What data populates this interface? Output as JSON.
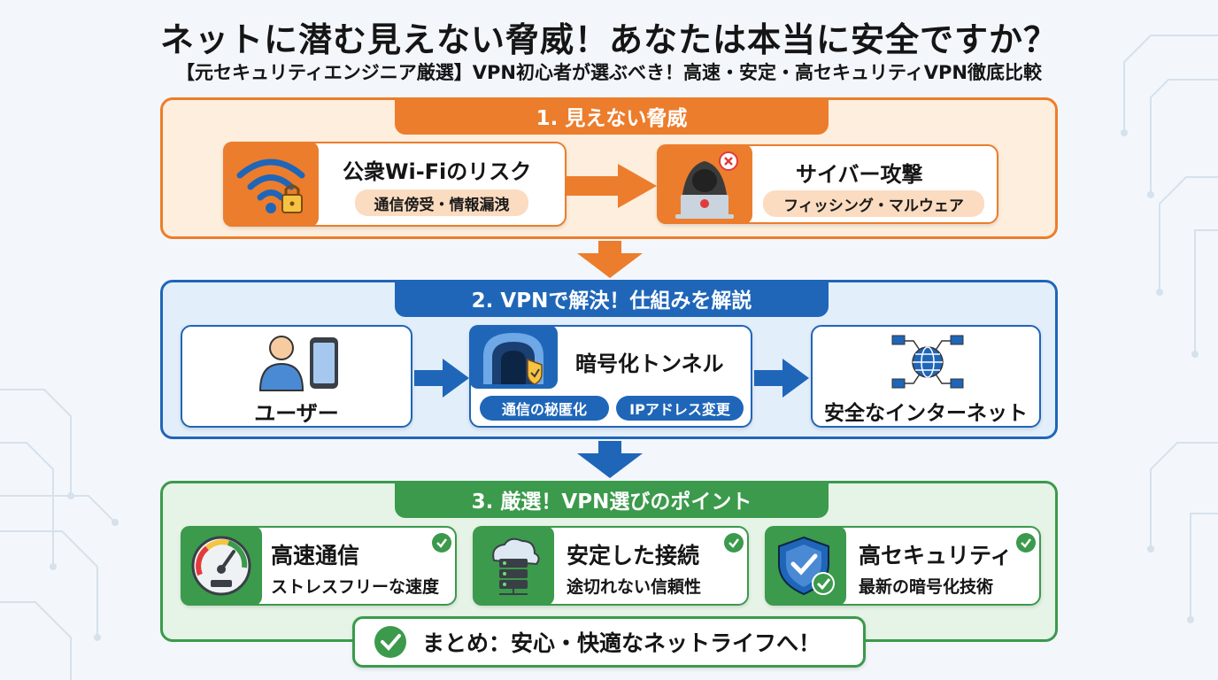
{
  "header": {
    "title": "ネットに潜む見えない脅威！あなたは本当に安全ですか？",
    "subtitle": "【元セキュリティエンジニア厳選】VPN初心者が選ぶべき！高速・安定・高セキュリティVPN徹底比較"
  },
  "section1": {
    "heading": "1. 見えない脅威",
    "cards": [
      {
        "title": "公衆Wi-Fiのリスク",
        "tag": "通信傍受・情報漏洩",
        "icon": "wifi-lock-icon"
      },
      {
        "title": "サイバー攻撃",
        "tag": "フィッシング・マルウェア",
        "icon": "hacker-icon"
      }
    ]
  },
  "section2": {
    "heading": "2. VPNで解決！仕組みを解説",
    "user": {
      "label": "ユーザー",
      "icon": "user-phone-icon"
    },
    "tunnel": {
      "title": "暗号化トンネル",
      "tags": [
        "通信の秘匿化",
        "IPアドレス変更"
      ],
      "icon": "tunnel-shield-icon"
    },
    "internet": {
      "label": "安全なインターネット",
      "icon": "globe-network-icon"
    }
  },
  "section3": {
    "heading": "3. 厳選！VPN選びのポイント",
    "points": [
      {
        "title": "高速通信",
        "desc": "ストレスフリーな速度",
        "icon": "speedometer-icon"
      },
      {
        "title": "安定した接続",
        "desc": "途切れない信頼性",
        "icon": "cloud-server-icon"
      },
      {
        "title": "高セキュリティ",
        "desc": "最新の暗号化技術",
        "icon": "shield-check-icon"
      }
    ]
  },
  "summary": {
    "text": "まとめ：安心・快適なネットライフへ！"
  },
  "colors": {
    "orange": "#ec7d2c",
    "blue": "#1f66b8",
    "green": "#3b9a4b",
    "orange_bg": "#fdeedd",
    "blue_bg": "#e3eefb",
    "green_bg": "#e6f3e7"
  }
}
